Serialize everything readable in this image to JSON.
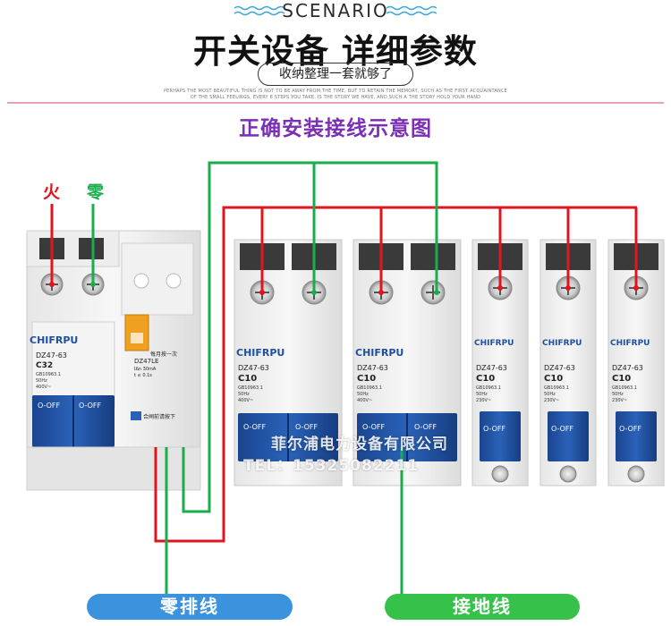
{
  "header": {
    "scenario": "SCENARIO",
    "title": "开关设备 详细参数",
    "pill_text": "收纳整理一套就够了",
    "tiny_line1": "PERHAPS THE MOST BEAUTIFUL THING IS NOT TO BE AWAY FROM THE TIME, BUT TO RETAIN THE MEMORY, SUCH AS THE FIRST ACQUAINTANCE",
    "tiny_line2": "OF THE SMALL FEELINGS, EVERY 8 STEPS YOU TAKE, IS THE STORY WE HAVE, AND SUCH A THE STORY HOLD YOUR HAND"
  },
  "diagram": {
    "title": "正确安装接线示意图",
    "label_live": "火",
    "label_neutral": "零",
    "brand": "CHIFRPU",
    "rcbo": {
      "model": "DZ47-63",
      "rating": "C32",
      "std": "GB10963.1",
      "freq": "50Hz",
      "volt": "400V~",
      "off": "O-OFF",
      "test_note": "每月按一次",
      "le_model": "DZ47LE",
      "le_idn": "IΔn   30mA",
      "le_t": "t ≤ 0.1s",
      "le_bottom": "合闸前请按下"
    },
    "breakers": [
      {
        "model": "DZ47-63",
        "rating": "C10",
        "std": "GB10963.1",
        "freq": "50Hz",
        "volt": "400V~",
        "off": "O-OFF",
        "poles": 2
      },
      {
        "model": "DZ47-63",
        "rating": "C10",
        "std": "GB10963.1",
        "freq": "50Hz",
        "volt": "400V~",
        "off": "O-OFF",
        "poles": 2
      },
      {
        "model": "DZ47-63",
        "rating": "C10",
        "std": "GB10963.1",
        "freq": "50Hz",
        "volt": "230V~",
        "off": "O-OFF",
        "poles": 1
      },
      {
        "model": "DZ47-63",
        "rating": "C10",
        "std": "GB10963.1",
        "freq": "50Hz",
        "volt": "230V~",
        "off": "O-OFF",
        "poles": 1
      },
      {
        "model": "DZ47-63",
        "rating": "C10",
        "std": "GB10963.1",
        "freq": "50Hz",
        "volt": "230V~",
        "off": "O-OFF",
        "poles": 1
      }
    ],
    "neutral_bar": "零排线",
    "ground_bar": "接地线",
    "watermark_company": "菲尔浦电力设备有限公司",
    "watermark_tel": "TEL：15325082211"
  },
  "colors": {
    "live": "#e0161f",
    "neutral": "#1aad4b",
    "title_purple": "#7b2fb5",
    "breaker_blue": "#1e4f9e",
    "neutral_bar": "#3b93dd",
    "ground_bar": "#36c24a"
  }
}
